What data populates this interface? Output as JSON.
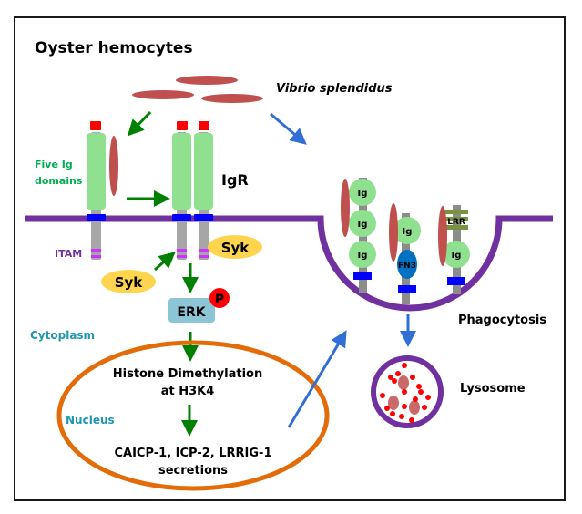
{
  "title": "Oyster hemocytes",
  "pathogen": "Vibrio splendidus",
  "labels": {
    "five_ig_line1": "Five Ig",
    "five_ig_line2": "domains",
    "igr": "IgR",
    "itam": "ITAM",
    "syk_a": "Syk",
    "syk_b": "Syk",
    "erk": "ERK",
    "phospho": "P",
    "cytoplasm": "Cytoplasm",
    "nucleus": "Nucleus",
    "histone_line1": "Histone  Dimethylation",
    "histone_line2": "at H3K4",
    "secretion_line1": "CAICP-1, ICP-2, LRRIG-1",
    "secretion_line2": "secretions",
    "phagocytosis": "Phagocytosis",
    "lysosome": "Lysosome"
  },
  "receptors": {
    "r1_domains": [
      "Ig",
      "Ig",
      "Ig"
    ],
    "r2_domains": [
      "Ig",
      "FN3"
    ],
    "r3_domains": [
      "LRR",
      "Ig"
    ]
  },
  "colors": {
    "membrane": "#7030a0",
    "receptor_green": "#8fe08f",
    "receptor_cap": "#ff0000",
    "anchor_blue": "#0000ff",
    "stalk_gray": "#a6a6a6",
    "itam_magenta": "#cc33ff",
    "bacteria": "#c0504d",
    "green_arrow": "#008000",
    "blue_arrow": "#2f6fd6",
    "syk_yellow": "#ffd54f",
    "erk_box": "#8cc6d6",
    "nucleus_orange": "#e36c09",
    "teal_label": "#1f97b0",
    "fn3_blue": "#0070c0",
    "lrr_olive": "#77933c",
    "green_label": "#00b050"
  }
}
